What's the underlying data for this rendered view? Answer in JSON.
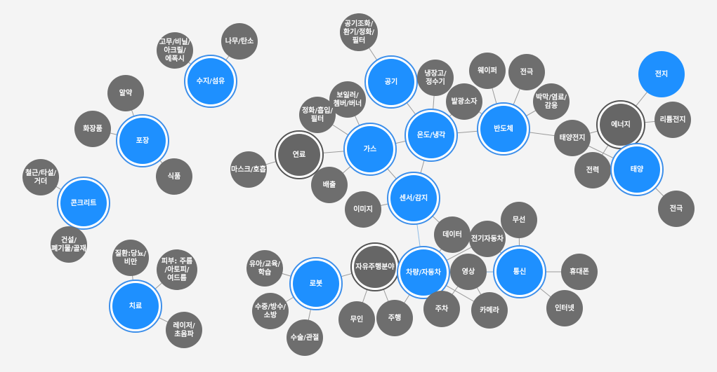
{
  "colors": {
    "background": "#f4f4f4",
    "hub": "#1e90ff",
    "hub_ring": "#3d8fea",
    "leaf": "#6e6e6e",
    "connector": "#666666",
    "connector_ring": "#555555",
    "edge_gray": "#9a9a9a",
    "edge_blue": "#8fbce6"
  },
  "nodes": [
    {
      "id": "n1",
      "text": "고무/비닐/\n아크릴/\n에폭시",
      "type": "leaf"
    },
    {
      "id": "n2",
      "text": "나무/탄소",
      "type": "leaf"
    },
    {
      "id": "n3",
      "text": "수지/섬유",
      "type": "hub-ring"
    },
    {
      "id": "n4",
      "text": "알약",
      "type": "leaf"
    },
    {
      "id": "n5",
      "text": "화장품",
      "type": "leaf"
    },
    {
      "id": "n6",
      "text": "포장",
      "type": "hub-ring"
    },
    {
      "id": "n7",
      "text": "식품",
      "type": "leaf"
    },
    {
      "id": "n8",
      "text": "철근/타설/\n거더",
      "type": "leaf"
    },
    {
      "id": "n9",
      "text": "콘크리트",
      "type": "hub-ring"
    },
    {
      "id": "n10",
      "text": "건설/\n폐기물/골재",
      "type": "leaf"
    },
    {
      "id": "n11",
      "text": "질환:당뇨/\n비만",
      "type": "leaf"
    },
    {
      "id": "n12",
      "text": "피부: 주름\n/아토피/\n여드름",
      "type": "leaf"
    },
    {
      "id": "n13",
      "text": "치료",
      "type": "hub-ring"
    },
    {
      "id": "n14",
      "text": "레이저/\n초음파",
      "type": "leaf"
    },
    {
      "id": "n15",
      "text": "공기조화/\n환기/정화/\n필터",
      "type": "leaf"
    },
    {
      "id": "n16",
      "text": "공기",
      "type": "hub-ring"
    },
    {
      "id": "n17",
      "text": "냉장고/\n정수기",
      "type": "leaf"
    },
    {
      "id": "n18",
      "text": "발광소자",
      "type": "leaf"
    },
    {
      "id": "n19",
      "text": "보일러/\n쳄버/버너",
      "type": "leaf"
    },
    {
      "id": "n20",
      "text": "정화/흡입/\n필터",
      "type": "leaf"
    },
    {
      "id": "n21",
      "text": "연료",
      "type": "connector"
    },
    {
      "id": "n22",
      "text": "가스",
      "type": "hub-ring"
    },
    {
      "id": "n23",
      "text": "온도/냉각",
      "type": "hub-ring"
    },
    {
      "id": "n24",
      "text": "마스크/호흡",
      "type": "leaf"
    },
    {
      "id": "n25",
      "text": "배출",
      "type": "leaf"
    },
    {
      "id": "n26",
      "text": "센서/감지",
      "type": "hub-ring"
    },
    {
      "id": "n27",
      "text": "이미지",
      "type": "leaf"
    },
    {
      "id": "n28",
      "text": "웨이퍼",
      "type": "leaf"
    },
    {
      "id": "n29",
      "text": "전극",
      "type": "leaf"
    },
    {
      "id": "n30",
      "text": "박막/염료/\n감응",
      "type": "leaf"
    },
    {
      "id": "n31",
      "text": "반도체",
      "type": "hub-ring"
    },
    {
      "id": "n32",
      "text": "태양전지",
      "type": "leaf"
    },
    {
      "id": "n33",
      "text": "전지",
      "type": "hub"
    },
    {
      "id": "n34",
      "text": "에너지",
      "type": "connector"
    },
    {
      "id": "n35",
      "text": "리튬전지",
      "type": "leaf"
    },
    {
      "id": "n36",
      "text": "전력",
      "type": "leaf"
    },
    {
      "id": "n37",
      "text": "태양",
      "type": "hub-ring"
    },
    {
      "id": "n38",
      "text": "전극",
      "type": "leaf"
    },
    {
      "id": "n39",
      "text": "무선",
      "type": "leaf"
    },
    {
      "id": "n40",
      "text": "데이터",
      "type": "leaf"
    },
    {
      "id": "n41",
      "text": "전기자동차",
      "type": "leaf"
    },
    {
      "id": "n42",
      "text": "유아/교육/\n학습",
      "type": "leaf"
    },
    {
      "id": "n43",
      "text": "로봇",
      "type": "hub-ring"
    },
    {
      "id": "n44",
      "text": "자유주행분야",
      "type": "connector"
    },
    {
      "id": "n45",
      "text": "차량/자동차",
      "type": "hub-ring"
    },
    {
      "id": "n46",
      "text": "영상",
      "type": "leaf"
    },
    {
      "id": "n47",
      "text": "통신",
      "type": "hub-ring"
    },
    {
      "id": "n48",
      "text": "휴대폰",
      "type": "leaf"
    },
    {
      "id": "n49",
      "text": "수중/방수/\n소방",
      "type": "leaf"
    },
    {
      "id": "n50",
      "text": "무인",
      "type": "leaf"
    },
    {
      "id": "n51",
      "text": "주행",
      "type": "leaf"
    },
    {
      "id": "n52",
      "text": "주차",
      "type": "leaf"
    },
    {
      "id": "n53",
      "text": "카메라",
      "type": "leaf"
    },
    {
      "id": "n54",
      "text": "인터넷",
      "type": "leaf"
    },
    {
      "id": "n55",
      "text": "수술/관절",
      "type": "leaf"
    }
  ],
  "edges": [
    {
      "from": "n3",
      "to": "n1",
      "style": "gray"
    },
    {
      "from": "n3",
      "to": "n2",
      "style": "gray"
    },
    {
      "from": "n6",
      "to": "n4",
      "style": "gray"
    },
    {
      "from": "n6",
      "to": "n5",
      "style": "gray"
    },
    {
      "from": "n6",
      "to": "n7",
      "style": "gray"
    },
    {
      "from": "n9",
      "to": "n8",
      "style": "gray"
    },
    {
      "from": "n9",
      "to": "n10",
      "style": "gray"
    },
    {
      "from": "n13",
      "to": "n11",
      "style": "gray"
    },
    {
      "from": "n13",
      "to": "n12",
      "style": "gray"
    },
    {
      "from": "n13",
      "to": "n14",
      "style": "gray"
    },
    {
      "from": "n16",
      "to": "n15",
      "style": "gray"
    },
    {
      "from": "n16",
      "to": "n23",
      "style": "gray"
    },
    {
      "from": "n23",
      "to": "n17",
      "style": "gray"
    },
    {
      "from": "n23",
      "to": "n18",
      "style": "gray"
    },
    {
      "from": "n23",
      "to": "n22",
      "style": "gray"
    },
    {
      "from": "n23",
      "to": "n31",
      "style": "gray"
    },
    {
      "from": "n23",
      "to": "n26",
      "style": "gray"
    },
    {
      "from": "n22",
      "to": "n19",
      "style": "gray"
    },
    {
      "from": "n22",
      "to": "n20",
      "style": "gray"
    },
    {
      "from": "n22",
      "to": "n21",
      "style": "gray"
    },
    {
      "from": "n22",
      "to": "n25",
      "style": "gray"
    },
    {
      "from": "n22",
      "to": "n26",
      "style": "gray"
    },
    {
      "from": "n21",
      "to": "n24",
      "style": "gray"
    },
    {
      "from": "n26",
      "to": "n27",
      "style": "gray"
    },
    {
      "from": "n26",
      "to": "n45",
      "style": "blue"
    },
    {
      "from": "n26",
      "to": "n40",
      "style": "gray"
    },
    {
      "from": "n31",
      "to": "n28",
      "style": "gray"
    },
    {
      "from": "n31",
      "to": "n29",
      "style": "gray"
    },
    {
      "from": "n31",
      "to": "n30",
      "style": "gray"
    },
    {
      "from": "n31",
      "to": "n32",
      "style": "gray"
    },
    {
      "from": "n31",
      "to": "n18",
      "style": "gray"
    },
    {
      "from": "n34",
      "to": "n33",
      "style": "gray"
    },
    {
      "from": "n34",
      "to": "n35",
      "style": "gray"
    },
    {
      "from": "n34",
      "to": "n37",
      "style": "gray"
    },
    {
      "from": "n34",
      "to": "n36",
      "style": "gray"
    },
    {
      "from": "n34",
      "to": "n32",
      "style": "gray"
    },
    {
      "from": "n37",
      "to": "n36",
      "style": "gray"
    },
    {
      "from": "n37",
      "to": "n38",
      "style": "gray"
    },
    {
      "from": "n37",
      "to": "n32",
      "style": "gray"
    },
    {
      "from": "n47",
      "to": "n39",
      "style": "gray"
    },
    {
      "from": "n47",
      "to": "n48",
      "style": "gray"
    },
    {
      "from": "n47",
      "to": "n54",
      "style": "gray"
    },
    {
      "from": "n47",
      "to": "n41",
      "style": "gray"
    },
    {
      "from": "n47",
      "to": "n46",
      "style": "gray"
    },
    {
      "from": "n47",
      "to": "n45",
      "style": "blue"
    },
    {
      "from": "n45",
      "to": "n40",
      "style": "gray"
    },
    {
      "from": "n45",
      "to": "n41",
      "style": "gray"
    },
    {
      "from": "n45",
      "to": "n46",
      "style": "gray"
    },
    {
      "from": "n45",
      "to": "n52",
      "style": "gray"
    },
    {
      "from": "n45",
      "to": "n53",
      "style": "gray"
    },
    {
      "from": "n45",
      "to": "n51",
      "style": "gray"
    },
    {
      "from": "n45",
      "to": "n44",
      "style": "gray"
    },
    {
      "from": "n44",
      "to": "n43",
      "style": "gray"
    },
    {
      "from": "n44",
      "to": "n50",
      "style": "gray"
    },
    {
      "from": "n44",
      "to": "n51",
      "style": "gray"
    },
    {
      "from": "n43",
      "to": "n42",
      "style": "gray"
    },
    {
      "from": "n43",
      "to": "n49",
      "style": "gray"
    },
    {
      "from": "n43",
      "to": "n55",
      "style": "gray"
    },
    {
      "from": "n46",
      "to": "n53",
      "style": "gray"
    },
    {
      "from": "n46",
      "to": "n52",
      "style": "gray"
    }
  ]
}
